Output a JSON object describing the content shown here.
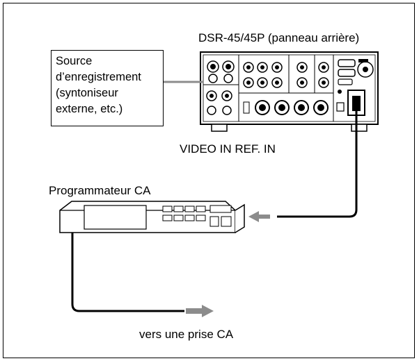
{
  "deck_label": "DSR-45/45P (panneau arrière)",
  "source_lines": [
    "Source",
    "d’enregistrement",
    "(syntoniseur",
    "externe, etc.)"
  ],
  "connector_labels": "VIDEO IN REF. IN",
  "timer_label": "Programmateur CA",
  "outlet_label": "vers une prise CA"
}
